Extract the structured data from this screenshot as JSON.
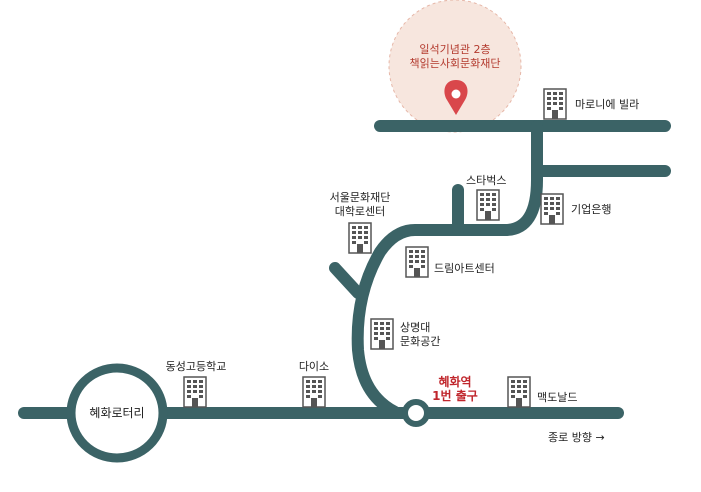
{
  "destination": {
    "line1": "일석기념관 2층",
    "line2": "책읽는사회문화재단"
  },
  "rotary": {
    "label": "혜화로터리"
  },
  "station": {
    "line1": "혜화역",
    "line2": "1번 출구"
  },
  "direction": {
    "label": "종로 방향 →"
  },
  "landmarks": {
    "maronie": "마로니에 빌라",
    "starbucks": "스타벅스",
    "bank": "기업은행",
    "seoul_foundation_line1": "서울문화재단",
    "seoul_foundation_line2": "대학로센터",
    "dream_art": "드림아트센터",
    "sangmyung_line1": "상명대",
    "sangmyung_line2": "문화공간",
    "dongsung": "동성고등학교",
    "daiso": "다이소",
    "mcdonalds": "맥도날드"
  },
  "colors": {
    "road": "#3b6366",
    "pin": "#d9474b",
    "station_text": "#c0262c",
    "halo": "#f7e6de"
  },
  "icons": [
    "map-pin-icon",
    "building-icon"
  ]
}
